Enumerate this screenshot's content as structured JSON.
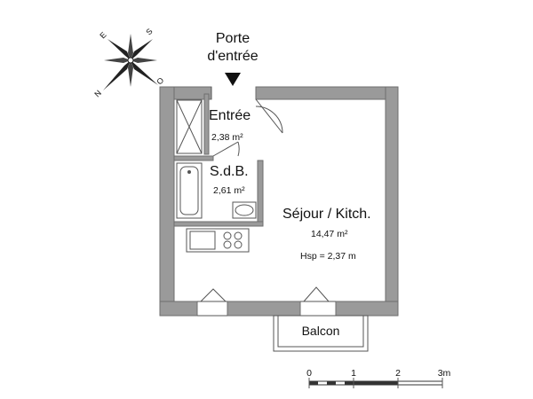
{
  "compass": {
    "n": "N",
    "e": "E",
    "s": "S",
    "o": "O"
  },
  "entrance": {
    "line1": "Porte",
    "line2": "d'entrée"
  },
  "rooms": [
    {
      "name": "Entrée",
      "area": "2,38 m²"
    },
    {
      "name": "S.d.B.",
      "area": "2,61 m²"
    },
    {
      "name": "Séjour / Kitch.",
      "area": "14,47 m²",
      "note": "Hsp = 2,37 m"
    },
    {
      "name": "Balcon"
    }
  ],
  "scale": {
    "ticks": [
      "0",
      "1",
      "2",
      "3m"
    ]
  }
}
